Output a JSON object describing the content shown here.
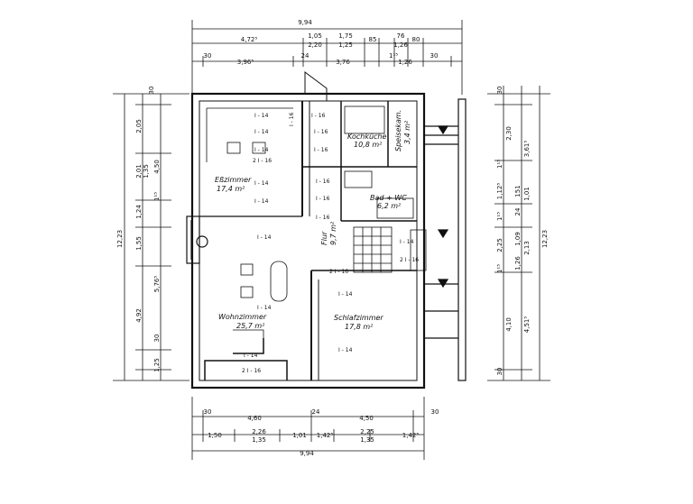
{
  "dims": {
    "top_total": "9,94",
    "top_row1": [
      "4,72⁵",
      "1,05",
      "1,75",
      "85",
      "76",
      "80"
    ],
    "top_row1b": [
      "2,20",
      "1,25",
      "1,26"
    ],
    "top_row2": [
      "30",
      "3,96⁵",
      "24",
      "3,76",
      "1¹⁵",
      "1,26",
      "30"
    ],
    "bottom_row1": [
      "30",
      "4,60",
      "24",
      "4,50",
      "30"
    ],
    "bottom_row2": [
      "1,50",
      "2,26",
      "1,01",
      "1,42⁵",
      "2,25",
      "1,42⁵"
    ],
    "bottom_row2b": [
      "1,35",
      "1,35"
    ],
    "bottom_total": "9,94",
    "left_outer": "12,23",
    "left_mid": [
      "4,50",
      "5,76⁵"
    ],
    "left_inner": [
      "30",
      "2,05",
      "2,01",
      "1,24",
      "1,55",
      "4,92",
      "30",
      "1,25"
    ],
    "left_inner2": [
      "1,35",
      "1¹⁵"
    ],
    "right_outer": "12,23",
    "right_mid": [
      "3,61⁵",
      "1,01",
      "2,13",
      "4,51⁵"
    ],
    "right_inner": [
      "30",
      "2,30",
      "1¹⁵",
      "1,12⁵",
      "1¹⁵",
      "2,25",
      "1¹⁵",
      "4,10",
      "30"
    ],
    "right_inner2": [
      "151",
      "24",
      "1,09",
      "1,26"
    ]
  },
  "rooms": {
    "kitchen": {
      "name": "Kochküche",
      "area": "10,8 m²"
    },
    "pantry": {
      "name": "Speisekam.",
      "area": "3,4 m²"
    },
    "dining": {
      "name": "Eßzimmer",
      "area": "17,4 m²"
    },
    "bath": {
      "name": "Bad + WC",
      "area": "6,2 m²"
    },
    "hall": {
      "name": "Flur",
      "area": "9,7 m²"
    },
    "living": {
      "name": "Wohnzimmer",
      "area": "25,7 m²"
    },
    "bedroom": {
      "name": "Schlafzimmer",
      "area": "17,8 m²"
    }
  },
  "beam_labels": {
    "i14": "I - 14",
    "i16": "I - 16",
    "two_i16": "2 I - 16"
  }
}
